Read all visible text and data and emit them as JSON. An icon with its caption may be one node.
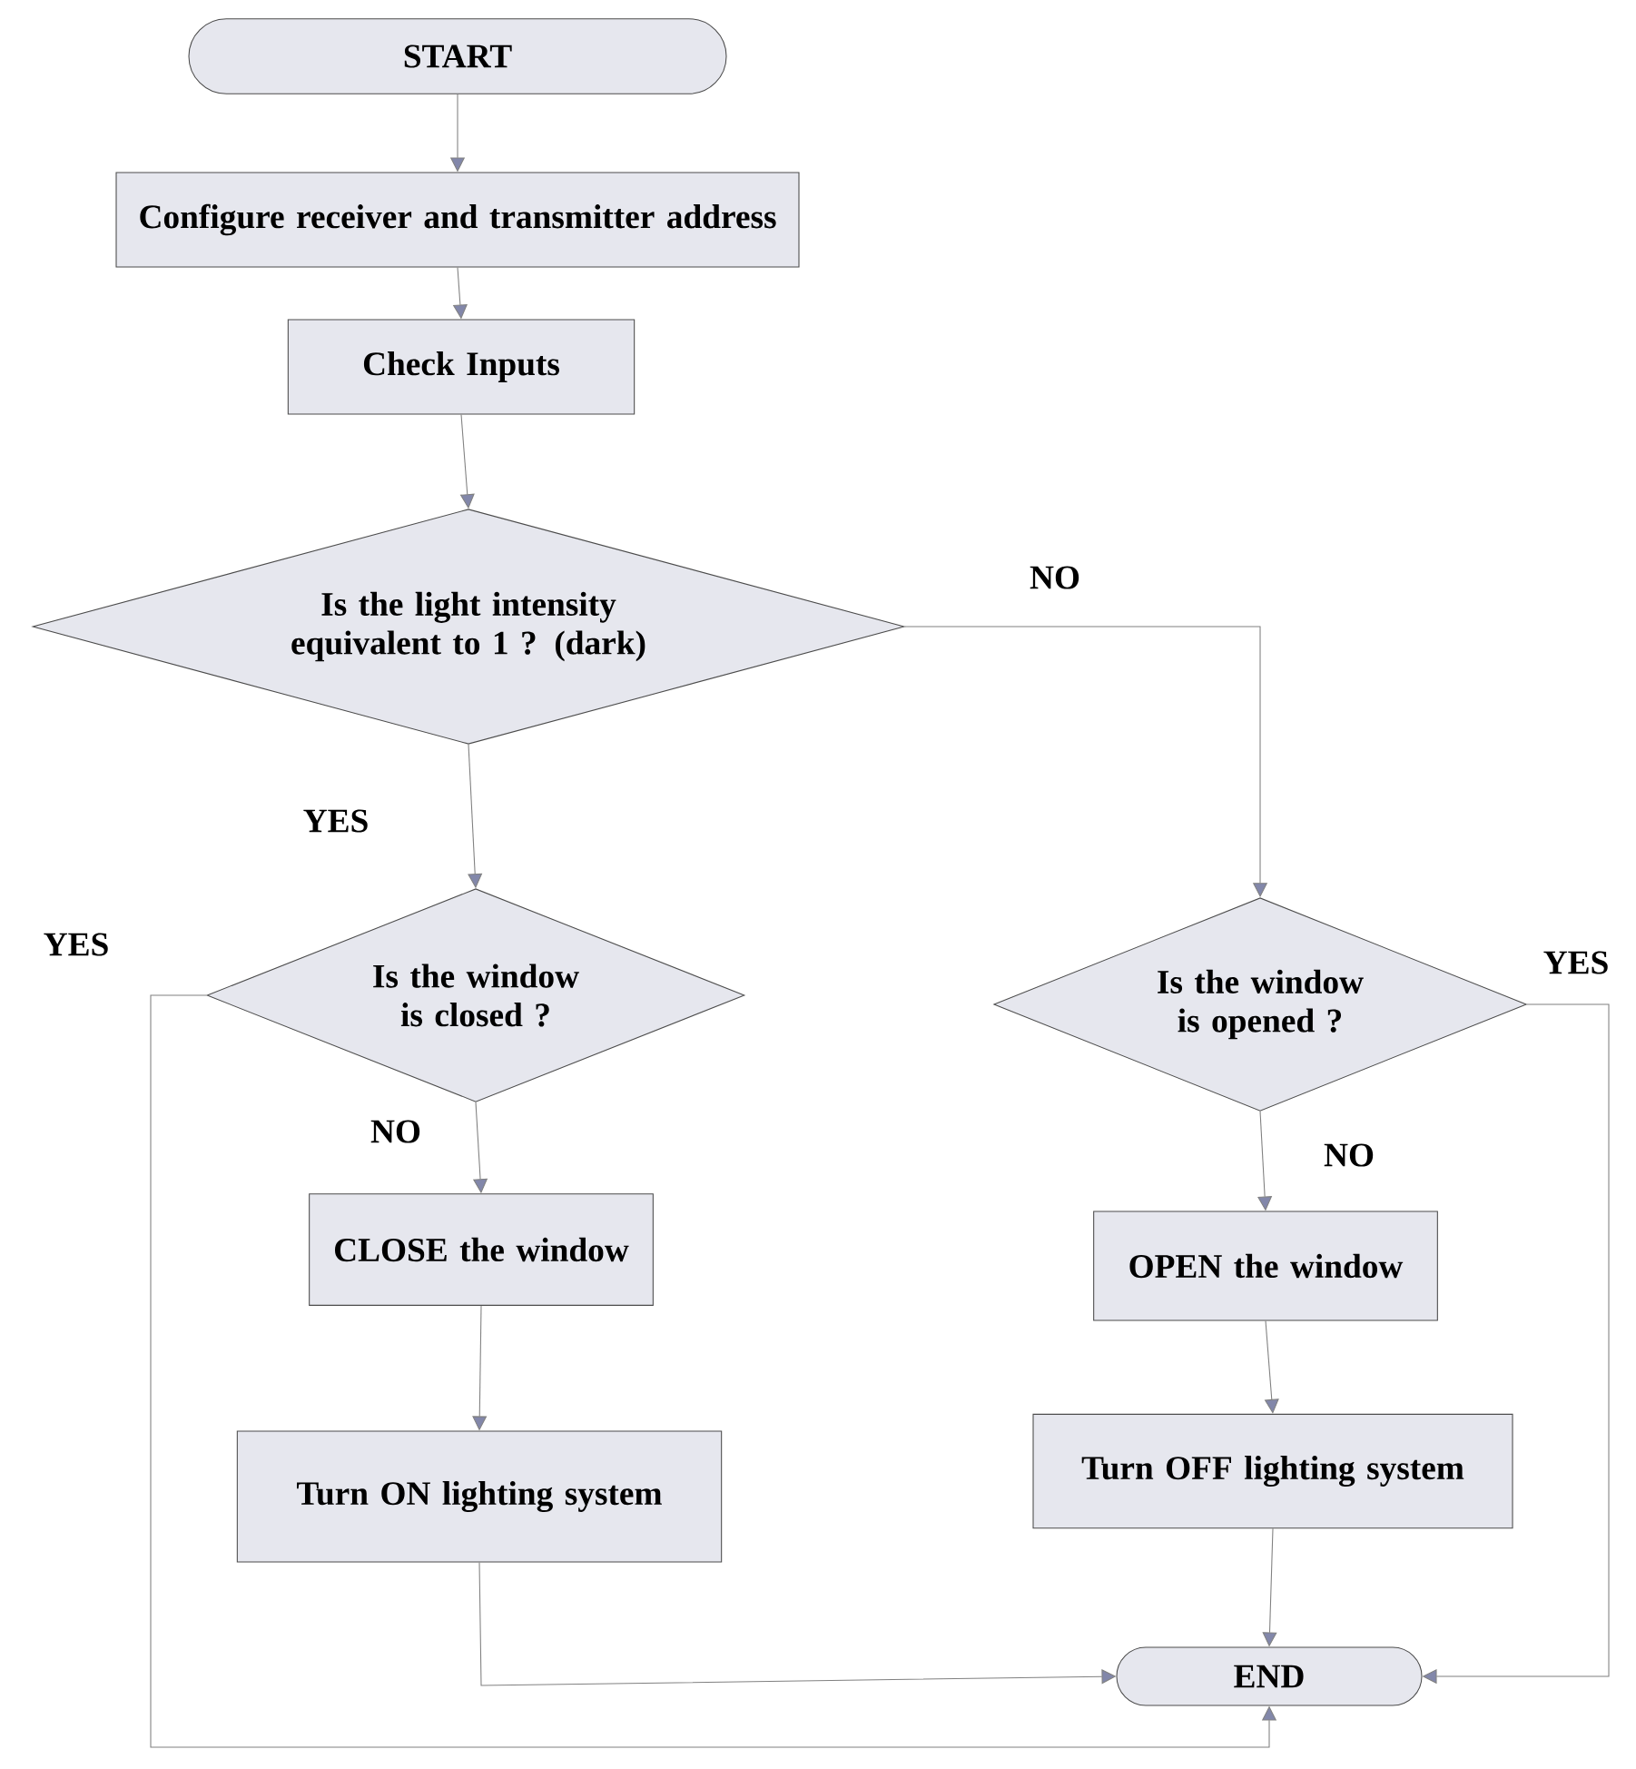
{
  "diagram": {
    "nodes": [
      {
        "text": [
          "START"
        ]
      },
      {
        "text": [
          "Configure receiver and transmitter address"
        ]
      },
      {
        "text": [
          "Check Inputs"
        ]
      },
      {
        "text": [
          "Is the light intensity equivalent to 1 ? (dark)"
        ]
      },
      {
        "text": [
          "Is the window is closed ?"
        ]
      },
      {
        "text": [
          "Is the window is opened ?"
        ]
      },
      {
        "text": [
          "CLOSE the window"
        ]
      },
      {
        "text": [
          "Turn ON lighting system"
        ]
      },
      {
        "text": [
          "OPEN the window"
        ]
      },
      {
        "text": [
          "Turn OFF lighting system"
        ]
      },
      {
        "text": [
          "END"
        ]
      }
    ],
    "edges": [
      {
        "from": 0,
        "to": 1,
        "arrow": "to"
      },
      {
        "from": 1,
        "to": 2,
        "arrow": "to"
      },
      {
        "from": 2,
        "to": 3,
        "arrow": "to"
      },
      {
        "from": 3,
        "to": 4,
        "arrow": "to",
        "label": "YES"
      },
      {
        "from": 3,
        "to": 5,
        "arrow": "to",
        "label": "NO"
      },
      {
        "from": 4,
        "to": 6,
        "arrow": "to",
        "label": "NO"
      },
      {
        "from": 4,
        "to": 10,
        "arrow": "to",
        "label": "YES"
      },
      {
        "from": 5,
        "to": 8,
        "arrow": "to",
        "label": "NO"
      },
      {
        "from": 5,
        "to": 10,
        "arrow": "to",
        "label": "YES"
      },
      {
        "from": 6,
        "to": 7,
        "arrow": "to"
      },
      {
        "from": 7,
        "to": 10,
        "arrow": "to"
      },
      {
        "from": 8,
        "to": 9,
        "arrow": "to"
      },
      {
        "from": 9,
        "to": 10,
        "arrow": "to"
      }
    ]
  }
}
